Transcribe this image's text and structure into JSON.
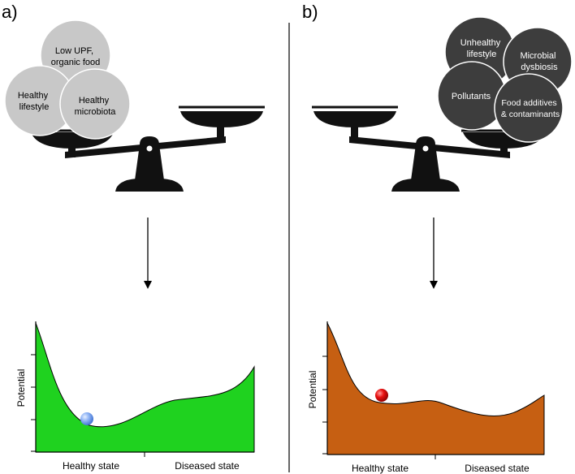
{
  "panel_a": {
    "label": "a)",
    "circles": [
      {
        "lines": [
          "Low UPF,",
          "organic food"
        ]
      },
      {
        "lines": [
          "Healthy",
          "lifestyle"
        ]
      },
      {
        "lines": [
          "Healthy",
          "microbiota"
        ]
      }
    ],
    "circle_fill": "#c8c8c8",
    "circle_text_color": "#000000",
    "landscape_fill": "#1fd21f",
    "ball_color": "#6f9ff0",
    "y_label": "Potential",
    "x_labels": [
      "Healthy state",
      "Diseased state"
    ]
  },
  "panel_b": {
    "label": "b)",
    "circles": [
      {
        "lines": [
          "Unhealthy",
          "lifestyle"
        ]
      },
      {
        "lines": [
          "Microbial",
          "dysbiosis"
        ]
      },
      {
        "lines": [
          "Pollutants"
        ]
      },
      {
        "lines": [
          "Food additives",
          "& contaminants"
        ]
      }
    ],
    "circle_fill": "#3d3d3d",
    "circle_text_color": "#ffffff",
    "landscape_fill": "#c65f12",
    "ball_color": "#e81010",
    "y_label": "Potential",
    "x_labels": [
      "Healthy state",
      "Diseased state"
    ]
  },
  "scale_color": "#111111"
}
